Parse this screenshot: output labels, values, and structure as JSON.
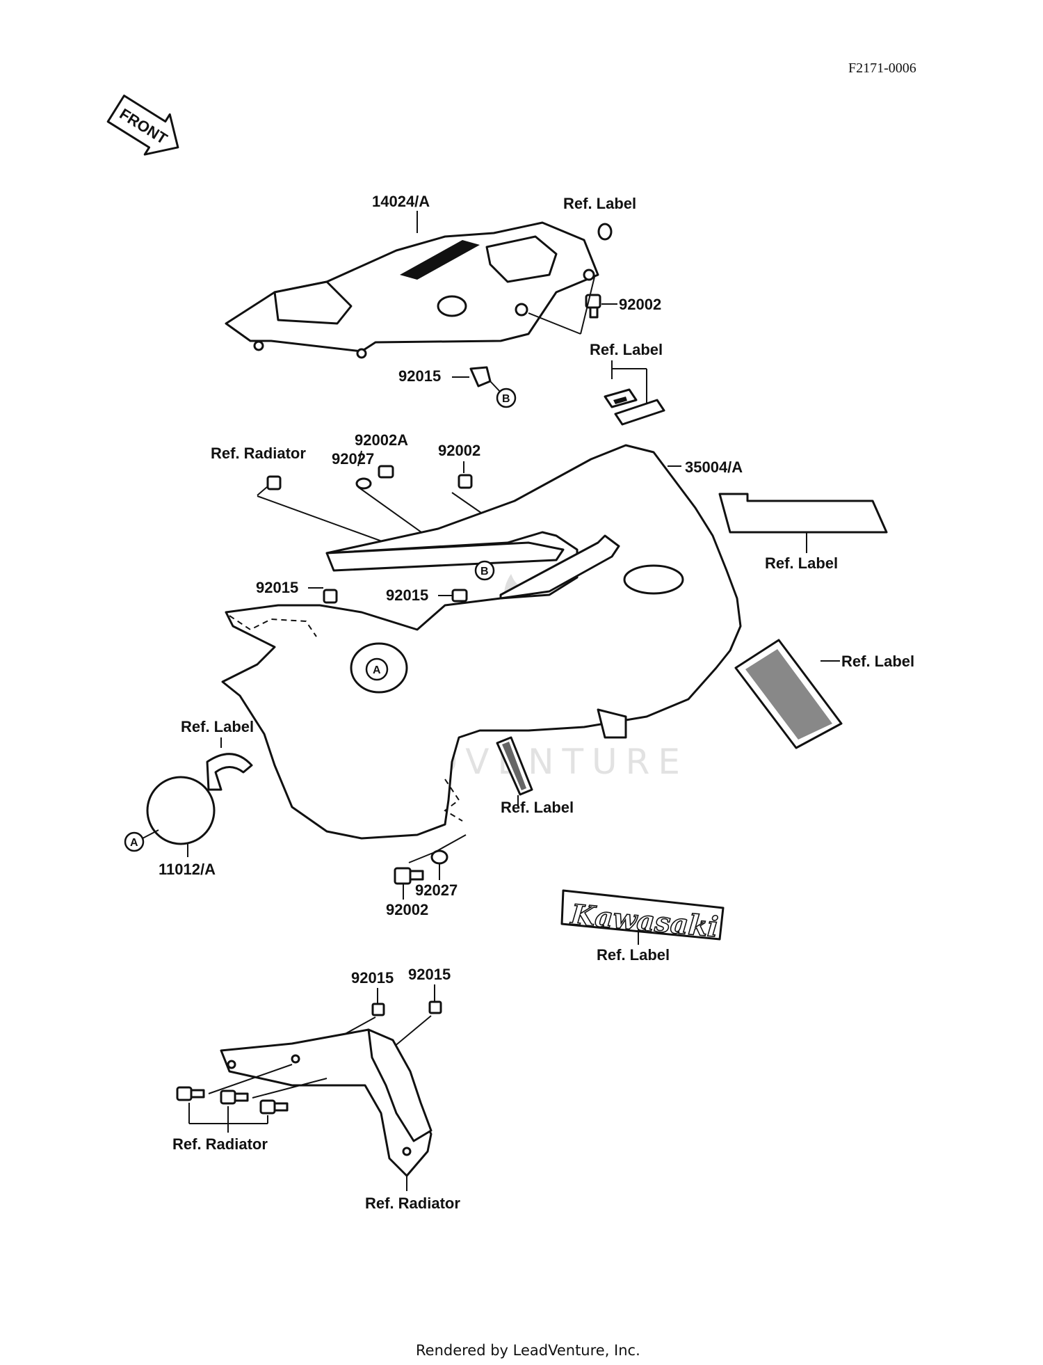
{
  "figure_code": "F2171-0006",
  "front_arrow_text": "FRONT",
  "footer": "Rendered by LeadVenture, Inc.",
  "watermark": "LEADVENTURE",
  "brand_decal_text": "Kawasaki",
  "callouts": {
    "c14024A": "14024/A",
    "ref_label_top": "Ref. Label",
    "c92002_top": "92002",
    "ref_label_mid": "Ref. Label",
    "c92015_top": "92015",
    "ref_radiator_top": "Ref. Radiator",
    "c92027_top": "92027",
    "c92002A": "92002A",
    "c92002_mid": "92002",
    "c35004A": "35004/A",
    "ref_label_right_a": "Ref. Label",
    "c92015_left": "92015",
    "c92015_mid": "92015",
    "ref_label_right_b": "Ref. Label",
    "ref_label_left": "Ref. Label",
    "ref_label_center": "Ref. Label",
    "c11012A": "11012/A",
    "c92027_bot": "92027",
    "c92002_bot": "92002",
    "ref_label_kawasaki": "Ref. Label",
    "c92015_b1": "92015",
    "c92015_b2": "92015",
    "ref_radiator_bot1": "Ref. Radiator",
    "ref_radiator_bot2": "Ref. Radiator"
  },
  "markers": {
    "a": "A",
    "b": "B"
  }
}
